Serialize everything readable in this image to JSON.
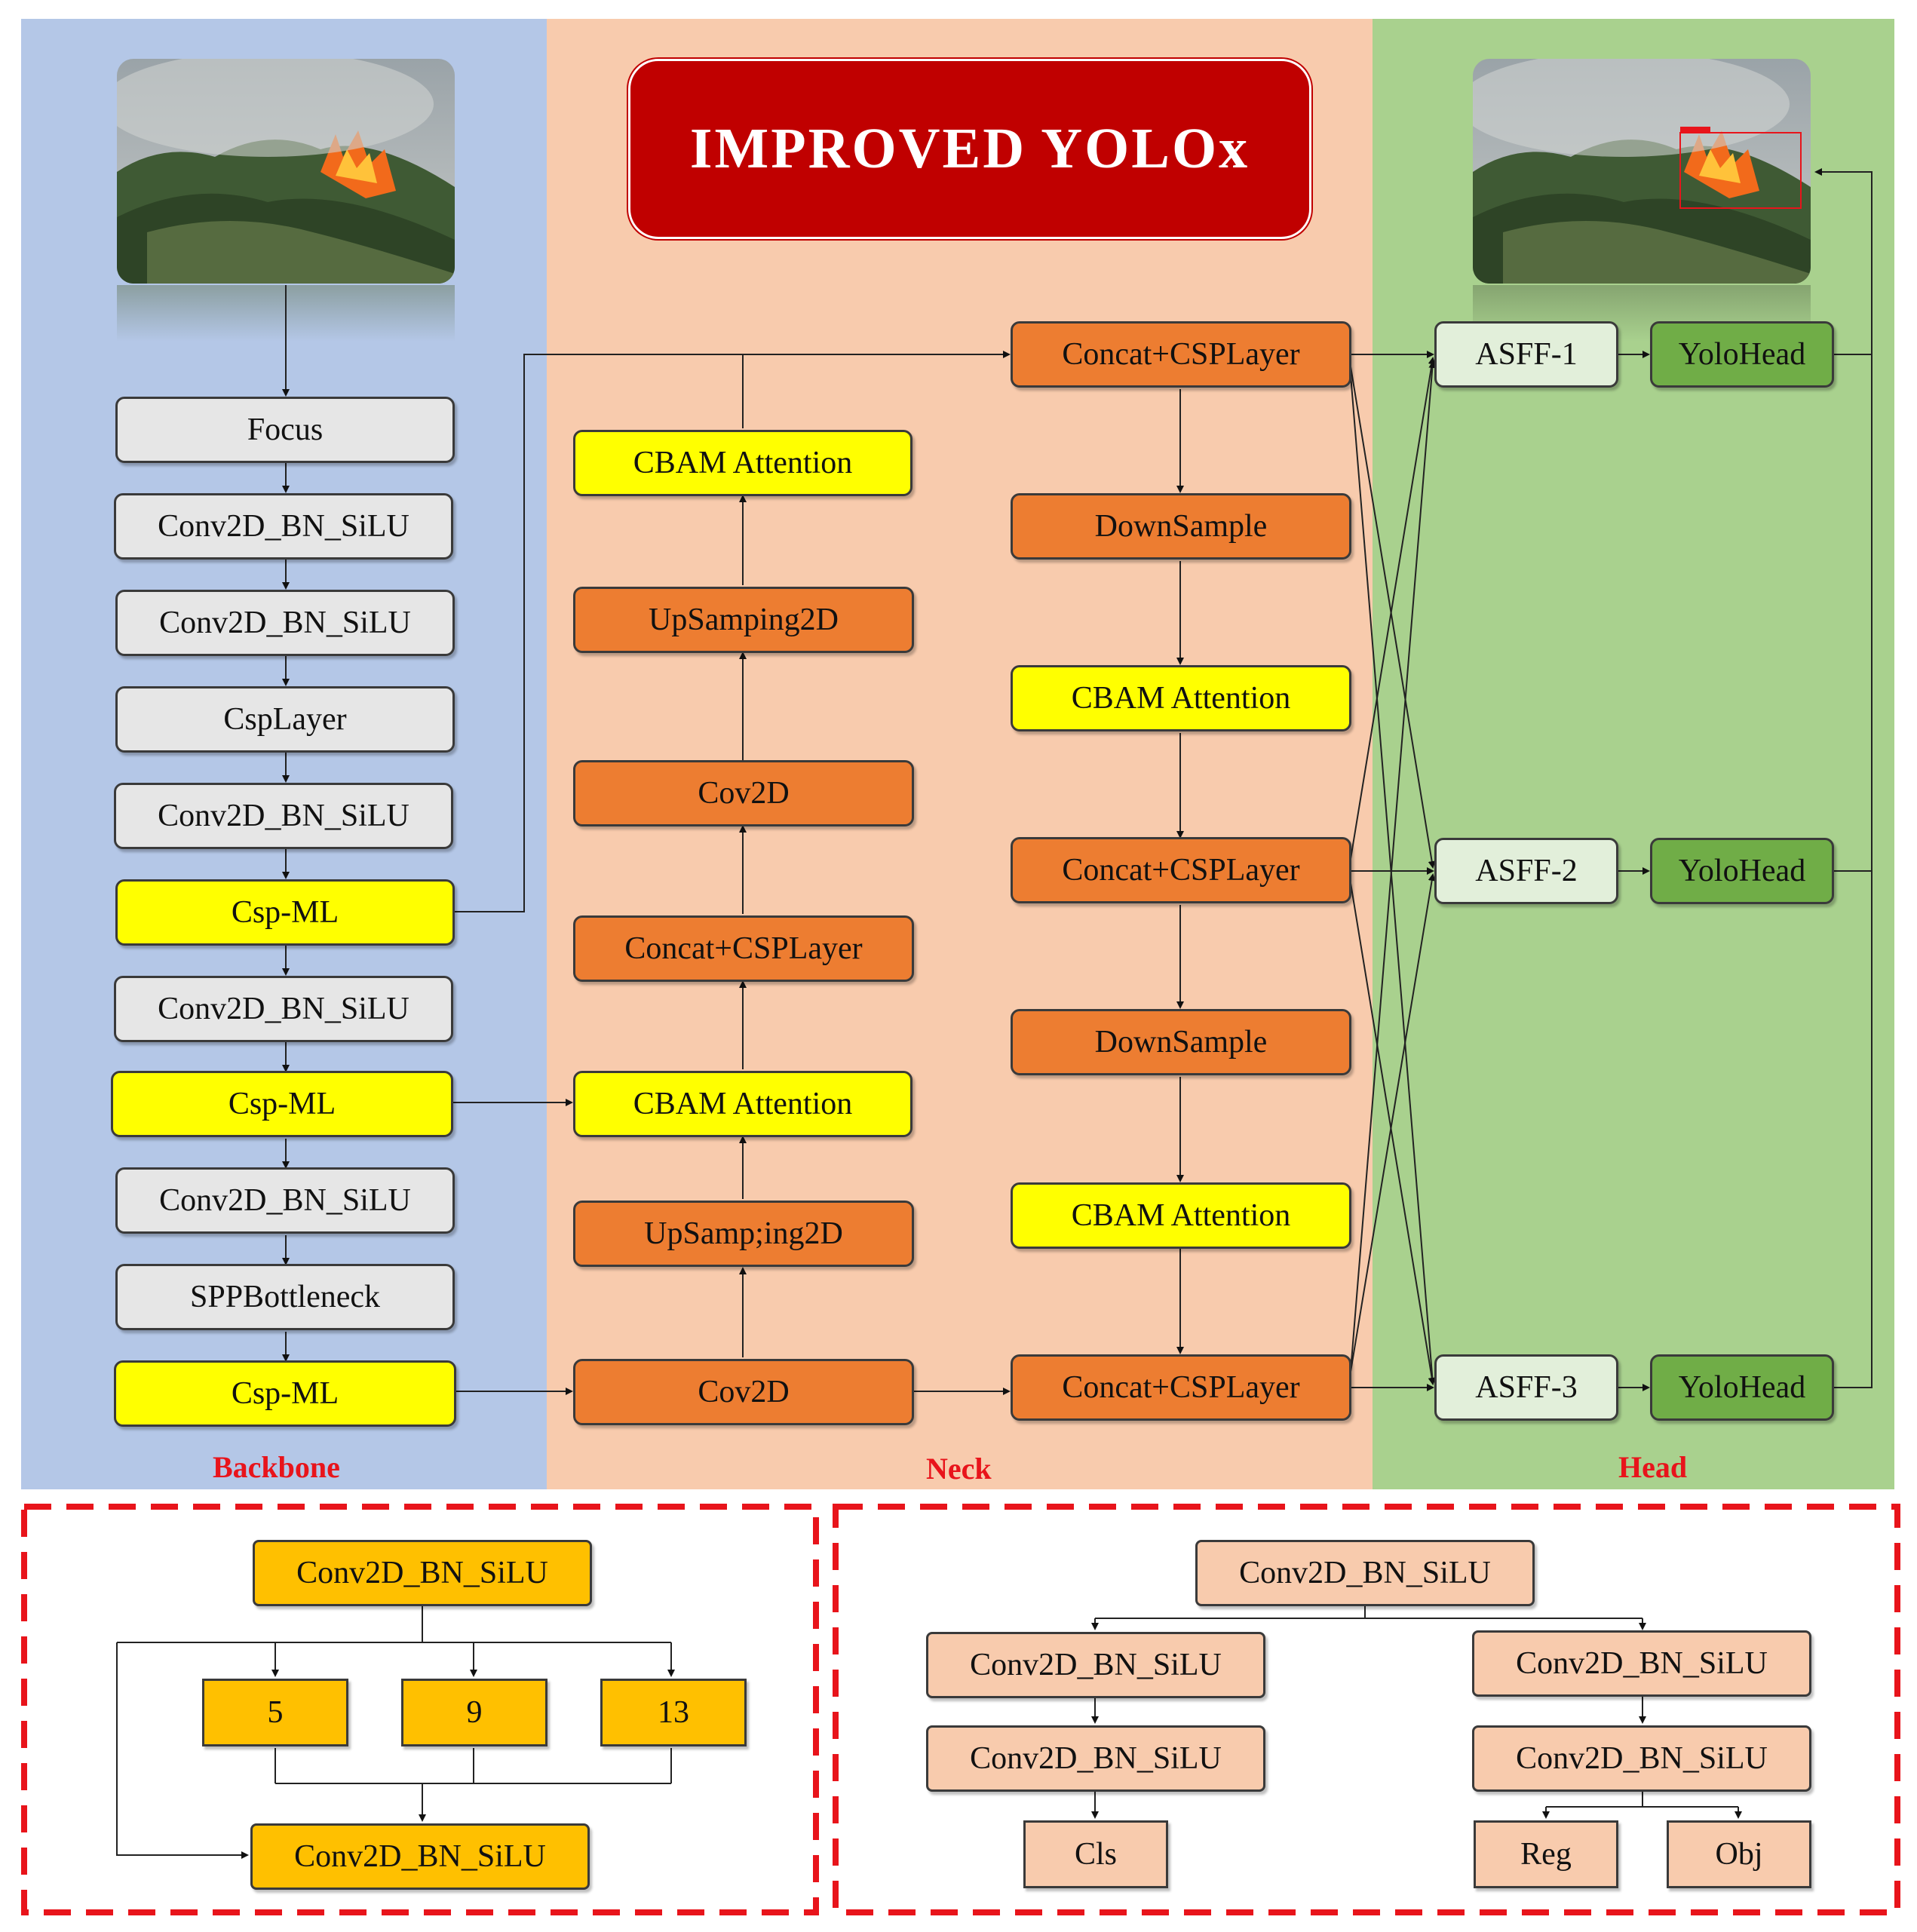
{
  "title": "IMPROVED  YOLOx",
  "sections": {
    "backbone": "Backbone",
    "neck": "Neck",
    "head": "Head"
  },
  "backbone": {
    "focus": "Focus",
    "conv1": "Conv2D_BN_SiLU",
    "conv2": "Conv2D_BN_SiLU",
    "csplayer": "CspLayer",
    "conv3": "Conv2D_BN_SiLU",
    "cspml1": "Csp-ML",
    "conv4": "Conv2D_BN_SiLU",
    "cspml2": "Csp-ML",
    "conv5": "Conv2D_BN_SiLU",
    "spp": "SPPBottleneck",
    "cspml3": "Csp-ML"
  },
  "neck_left": {
    "cbam_top": "CBAM Attention",
    "upsample_top": "UpSamping2D",
    "cov2d_top": "Cov2D",
    "concat": "Concat+CSPLayer",
    "cbam_mid": "CBAM Attention",
    "upsample_bottom": "UpSamp;ing2D",
    "cov2d_bottom": "Cov2D"
  },
  "neck_right": {
    "concat_top": "Concat+CSPLayer",
    "downsample_top": "DownSample",
    "cbam_top": "CBAM Attention",
    "concat_mid": "Concat+CSPLayer",
    "downsample_bottom": "DownSample",
    "cbam_bottom": "CBAM Attention",
    "concat_bottom": "Concat+CSPLayer"
  },
  "head": {
    "asff1": "ASFF-1",
    "asff2": "ASFF-2",
    "asff3": "ASFF-3",
    "yolo1": "YoloHead",
    "yolo2": "YoloHead",
    "yolo3": "YoloHead"
  },
  "spp_detail": {
    "top": "Conv2D_BN_SiLU",
    "k1": "5",
    "k2": "9",
    "k3": "13",
    "bottom": "Conv2D_BN_SiLU"
  },
  "head_detail": {
    "top": "Conv2D_BN_SiLU",
    "left1": "Conv2D_BN_SiLU",
    "left2": "Conv2D_BN_SiLU",
    "right1": "Conv2D_BN_SiLU",
    "right2": "Conv2D_BN_SiLU",
    "cls": "Cls",
    "reg": "Reg",
    "obj": "Obj"
  },
  "colors": {
    "backbone_bg": "#b4c7e7",
    "neck_bg": "#f8cbad",
    "head_bg": "#a9d18e",
    "title_bg": "#c00000",
    "label": "#e8141b",
    "dash": "#e8141b"
  }
}
